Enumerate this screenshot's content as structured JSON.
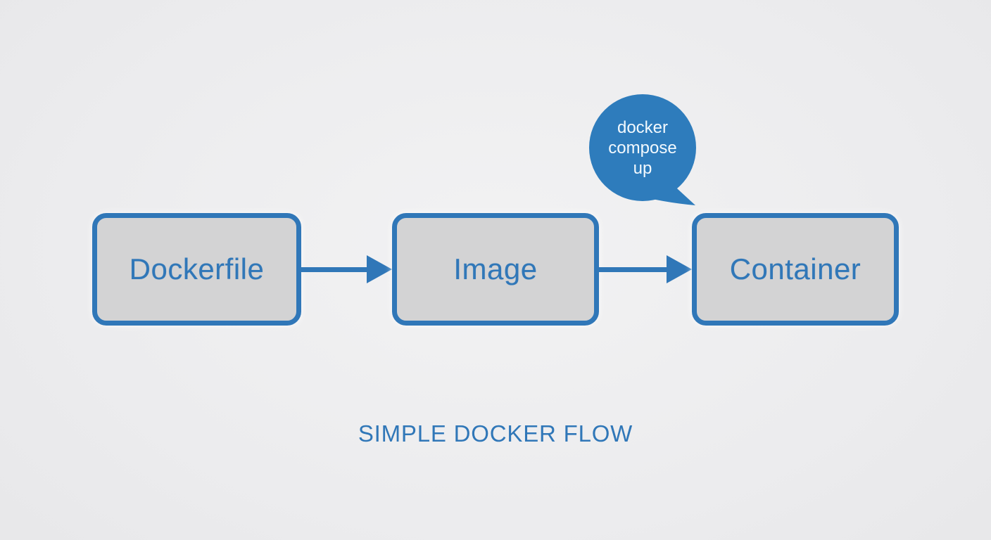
{
  "diagram": {
    "title": "SIMPLE DOCKER FLOW",
    "nodes": [
      {
        "id": "dockerfile",
        "label": "Dockerfile"
      },
      {
        "id": "image",
        "label": "Image"
      },
      {
        "id": "container",
        "label": "Container"
      }
    ],
    "connections": [
      {
        "from": "dockerfile",
        "to": "image"
      },
      {
        "from": "image",
        "to": "container"
      }
    ],
    "bubble": {
      "text": "docker compose up",
      "lines": [
        "docker",
        "compose",
        "up"
      ],
      "points_to": "container"
    },
    "colors": {
      "background": "#ededee",
      "node_fill": "#d3d3d4",
      "accent": "#3077b8",
      "bubble": "#2e7cbc",
      "bubble_text": "#f2f9fe"
    }
  }
}
